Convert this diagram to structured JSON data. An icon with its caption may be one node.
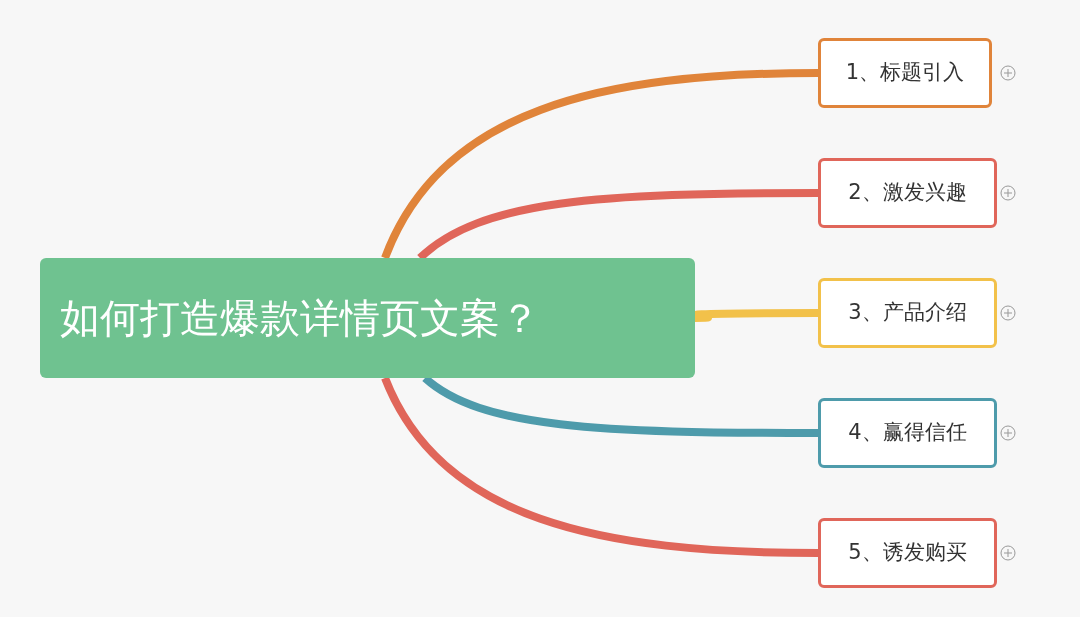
{
  "diagram": {
    "nodes": [
      {
        "text": [
          "如何打造爆款详情页文案？"
        ]
      },
      {
        "text": [
          "1、标题引入"
        ]
      },
      {
        "text": [
          "2、激发兴趣"
        ]
      },
      {
        "text": [
          "3、产品介绍"
        ]
      },
      {
        "text": [
          "4、赢得信任"
        ]
      },
      {
        "text": [
          "5、诱发购买"
        ]
      }
    ],
    "edges": [
      {
        "from": 0,
        "to": 1,
        "arrow": "none",
        "color": "#e0843a"
      },
      {
        "from": 0,
        "to": 2,
        "arrow": "none",
        "color": "#e0665a"
      },
      {
        "from": 0,
        "to": 3,
        "arrow": "none",
        "color": "#f2c14a"
      },
      {
        "from": 0,
        "to": 4,
        "arrow": "none",
        "color": "#4e9bab"
      },
      {
        "from": 0,
        "to": 5,
        "arrow": "none",
        "color": "#e0665a"
      }
    ]
  }
}
